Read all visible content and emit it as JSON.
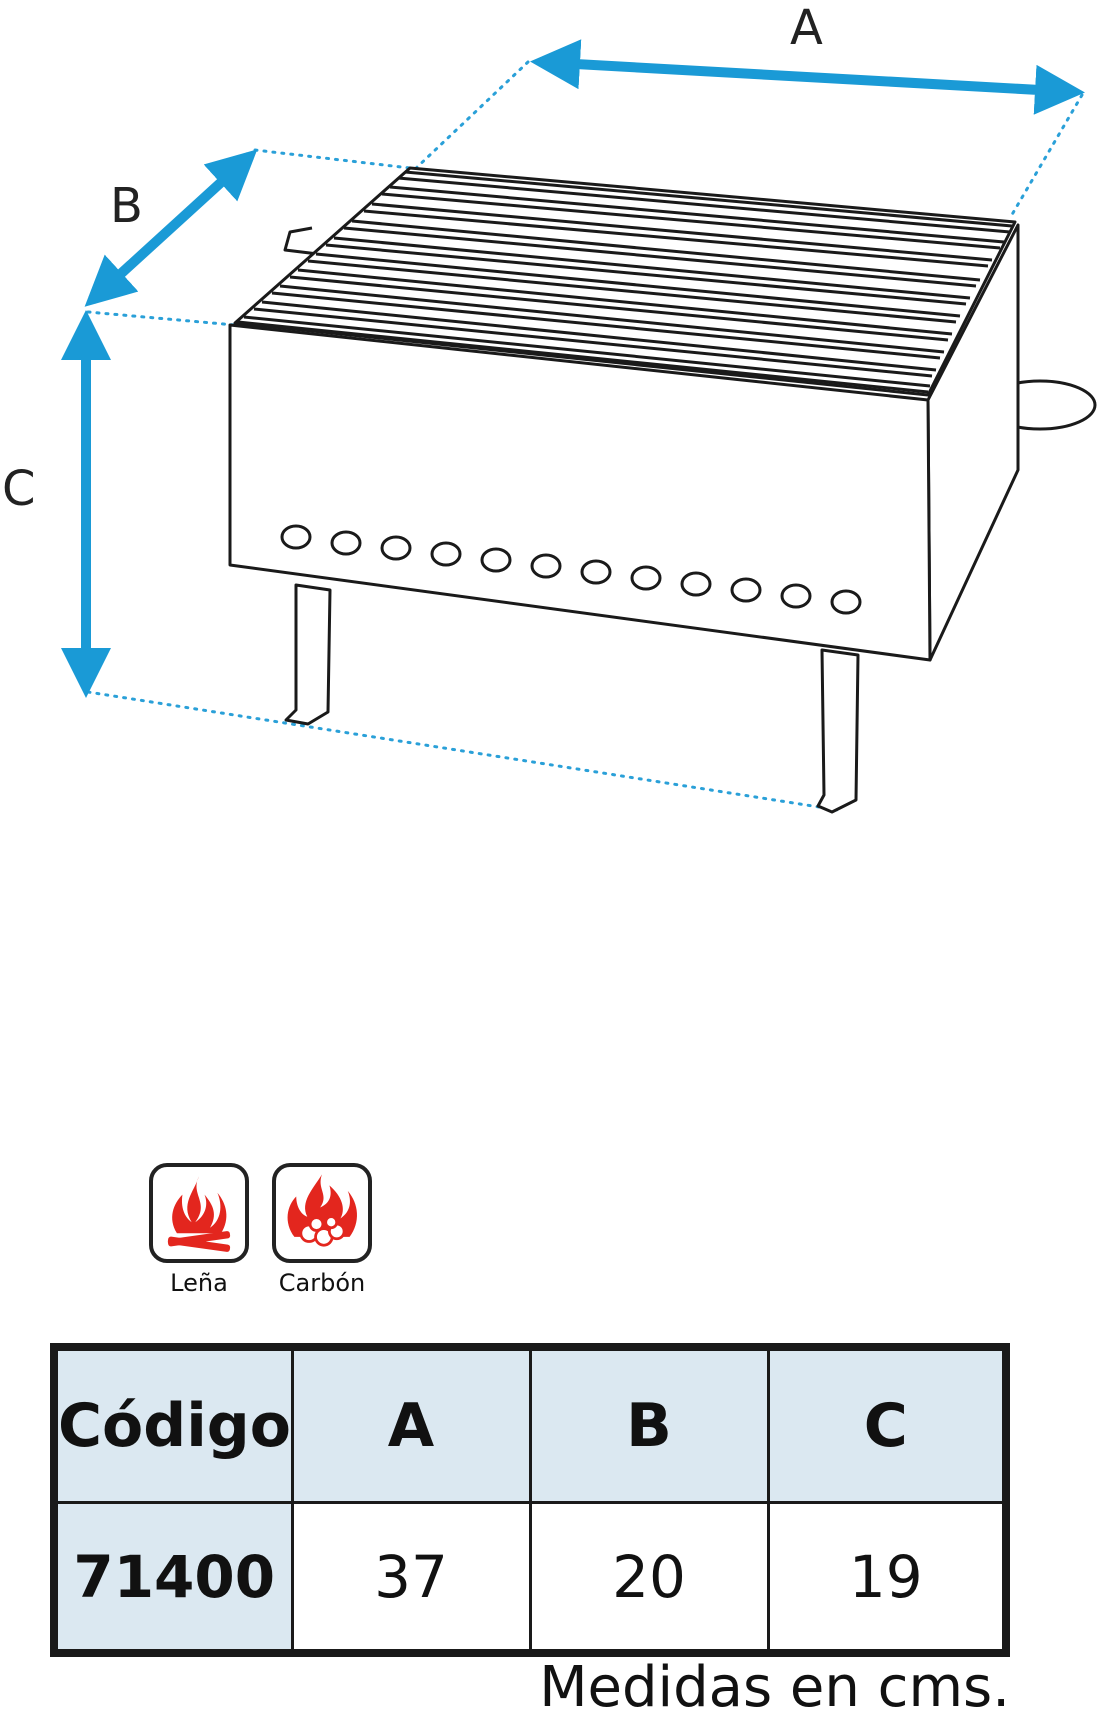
{
  "diagram": {
    "dimension_labels": {
      "a": "A",
      "b": "B",
      "c": "C"
    },
    "arrow_color": "#1a9ad6",
    "guide_color": "#2aa0d8",
    "line_color": "#1a1a1a"
  },
  "fuel_types": [
    {
      "icon": "firewood-flame-icon",
      "label": "Leña",
      "color": "#e3261e"
    },
    {
      "icon": "charcoal-flame-icon",
      "label": "Carbón",
      "color": "#e3261e"
    }
  ],
  "table": {
    "headers": [
      "Código",
      "A",
      "B",
      "C"
    ],
    "rows": [
      {
        "code": "71400",
        "a": "37",
        "b": "20",
        "c": "19"
      }
    ],
    "header_bg": "#dbe8f1"
  },
  "units_note": "Medidas en cms."
}
